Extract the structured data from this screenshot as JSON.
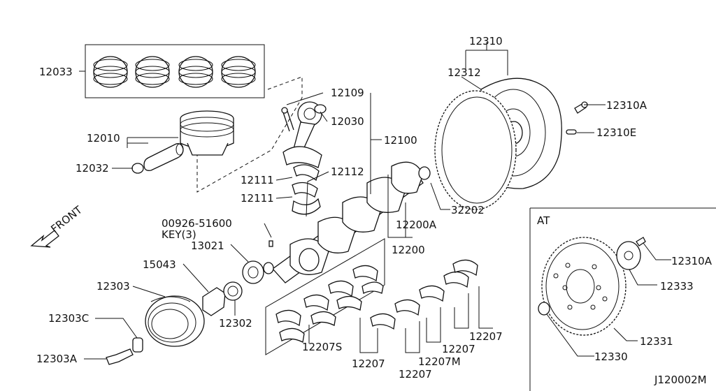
{
  "parts": {
    "p12033": "12033",
    "p12010": "12010",
    "p12032": "12032",
    "p12109": "12109",
    "p12030": "12030",
    "p12100": "12100",
    "p12111a": "12111",
    "p12111b": "12111",
    "p12112": "12112",
    "p00926": "00926-51600",
    "key": "KEY(3)",
    "p13021": "13021",
    "p15043": "15043",
    "p12303": "12303",
    "p12303c": "12303C",
    "p12303a": "12303A",
    "p12302": "12302",
    "p12310": "12310",
    "p12312": "12312",
    "p12310a": "12310A",
    "p12310e": "12310E",
    "p32202": "32202",
    "p12200a": "12200A",
    "p12200": "12200",
    "p12207s": "12207S",
    "p12207_1": "12207",
    "p12207_2": "12207",
    "p12207_3": "12207",
    "p12207_4": "12207",
    "p12207m": "12207M",
    "at_label": "AT",
    "at_12310a": "12310A",
    "at_12333": "12333",
    "at_12331": "12331",
    "at_12330": "12330"
  },
  "front_label": "FRONT",
  "drawing_code": "J120002M"
}
